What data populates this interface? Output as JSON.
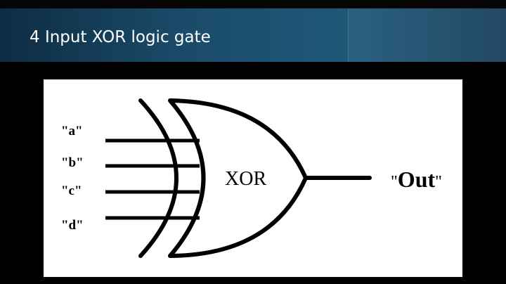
{
  "slide": {
    "title": "4 Input XOR logic gate"
  },
  "gate": {
    "label": "XOR",
    "inputs": [
      "\"a\"",
      "\"b\"",
      "\"c\"",
      "\"d\""
    ],
    "output": {
      "open_quote": "\"",
      "name": "Out",
      "close_quote": "\""
    }
  },
  "colors": {
    "header_start": "#0e2c44",
    "header_end": "#1f5878",
    "card_background": "#ffffff",
    "stroke": "#000000"
  }
}
